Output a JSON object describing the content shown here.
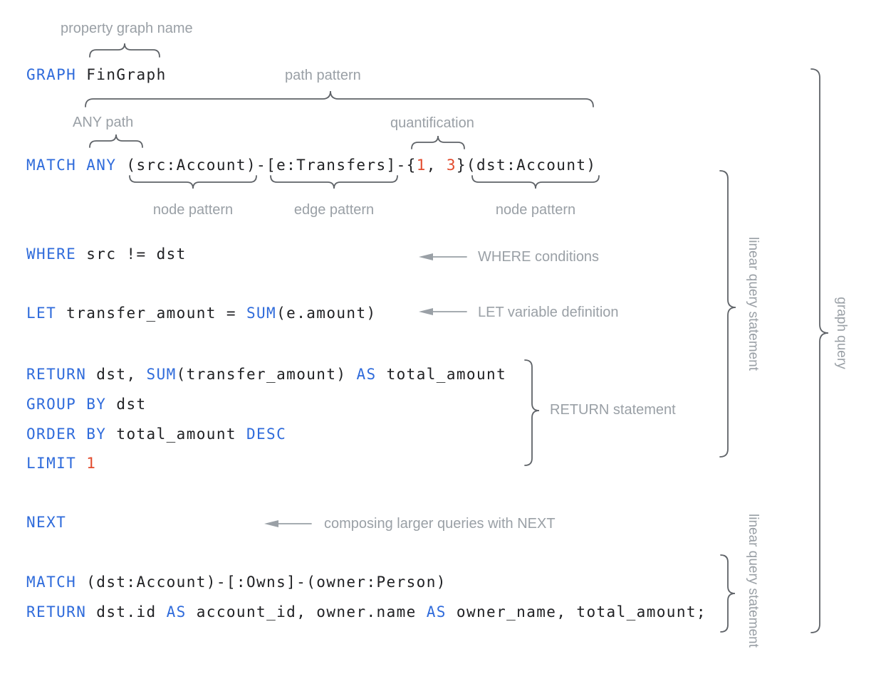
{
  "title": "GQL graph query anatomy diagram",
  "colors": {
    "keyword": "#2f6bdb",
    "literal": "#e24b2d",
    "code_text": "#202124",
    "annotation_text": "#9aa0a6",
    "brace": "#5f6368",
    "arrow": "#9aa0a6",
    "background": "#ffffff"
  },
  "code": {
    "lines": [
      {
        "name": "graph-line",
        "tokens": [
          [
            "kw",
            "GRAPH"
          ],
          [
            "pl",
            " FinGraph"
          ]
        ]
      },
      {
        "name": "match-line-1",
        "tokens": [
          [
            "kw",
            "MATCH ANY"
          ],
          [
            "pl",
            " (src:Account)-[e:Transfers]-{"
          ],
          [
            "num",
            "1"
          ],
          [
            "pl",
            ", "
          ],
          [
            "num",
            "3"
          ],
          [
            "pl",
            "}(dst:Account)"
          ]
        ]
      },
      {
        "name": "where-line",
        "tokens": [
          [
            "kw",
            "WHERE"
          ],
          [
            "pl",
            " src != dst"
          ]
        ]
      },
      {
        "name": "let-line",
        "tokens": [
          [
            "kw",
            "LET"
          ],
          [
            "pl",
            " transfer_amount = "
          ],
          [
            "kw",
            "SUM"
          ],
          [
            "pl",
            "(e.amount)"
          ]
        ]
      },
      {
        "name": "return-line-1",
        "tokens": [
          [
            "kw",
            "RETURN"
          ],
          [
            "pl",
            " dst, "
          ],
          [
            "kw",
            "SUM"
          ],
          [
            "pl",
            "(transfer_amount) "
          ],
          [
            "kw",
            "AS"
          ],
          [
            "pl",
            " total_amount"
          ]
        ]
      },
      {
        "name": "group-by-line",
        "tokens": [
          [
            "kw",
            "GROUP BY"
          ],
          [
            "pl",
            " dst"
          ]
        ]
      },
      {
        "name": "order-by-line",
        "tokens": [
          [
            "kw",
            "ORDER BY"
          ],
          [
            "pl",
            " total_amount "
          ],
          [
            "kw",
            "DESC"
          ]
        ]
      },
      {
        "name": "limit-line",
        "tokens": [
          [
            "kw",
            "LIMIT"
          ],
          [
            "pl",
            " "
          ],
          [
            "num",
            "1"
          ]
        ]
      },
      {
        "name": "next-line",
        "tokens": [
          [
            "kw",
            "NEXT"
          ]
        ]
      },
      {
        "name": "match-line-2",
        "tokens": [
          [
            "kw",
            "MATCH"
          ],
          [
            "pl",
            " (dst:Account)-[:Owns]-(owner:Person)"
          ]
        ]
      },
      {
        "name": "return-line-2",
        "tokens": [
          [
            "kw",
            "RETURN"
          ],
          [
            "pl",
            " dst.id "
          ],
          [
            "kw",
            "AS"
          ],
          [
            "pl",
            " account_id, owner.name "
          ],
          [
            "kw",
            "AS"
          ],
          [
            "pl",
            " owner_name, total_amount;"
          ]
        ]
      }
    ]
  },
  "annotations": {
    "property_graph_name": "property graph name",
    "path_pattern": "path pattern",
    "any_path": "ANY path",
    "quantification": "quantification",
    "node_pattern_1": "node pattern",
    "edge_pattern": "edge pattern",
    "node_pattern_2": "node pattern",
    "where_conditions": "WHERE conditions",
    "let_variable_definition": "LET variable definition",
    "return_statement": "RETURN statement",
    "composing_next": "composing larger queries with NEXT",
    "linear_query_statement_1": "linear query statement",
    "graph_query": "graph query",
    "linear_query_statement_2": "linear query statement"
  }
}
